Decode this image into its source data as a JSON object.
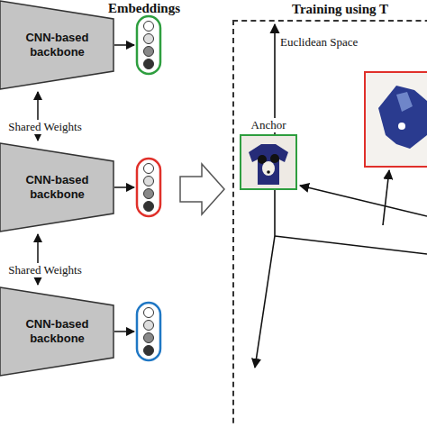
{
  "diagram": {
    "nodes": [
      {
        "text": [
          "CNN-based backbone"
        ]
      },
      {
        "text": [
          "CNN-based backbone"
        ]
      },
      {
        "text": [
          "CNN-based backbone"
        ]
      },
      {
        "text": [
          "Training using T"
        ]
      },
      {
        "text": [
          "Anchor"
        ],
        "in": 3
      }
    ],
    "edges": [
      {
        "from": 0,
        "to": 1,
        "label": "Shared Weights",
        "arrow": "both"
      },
      {
        "from": 1,
        "to": 2,
        "label": "Shared Weights",
        "arrow": "both"
      }
    ],
    "labels": [
      "Embeddings",
      "Euclidean Space"
    ]
  }
}
